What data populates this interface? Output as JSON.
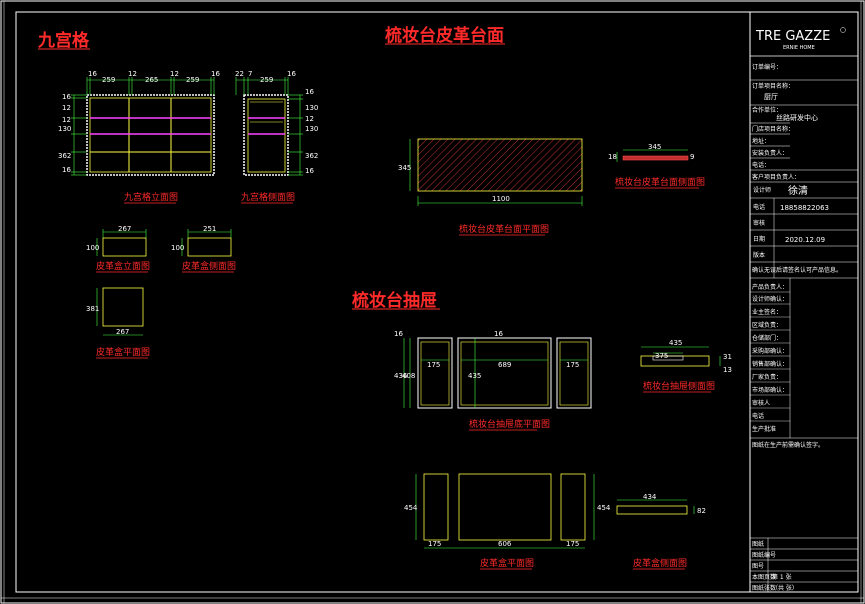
{
  "titles": {
    "grid_cabinet": "九宫格",
    "leather_top": "梳妆台皮革台面",
    "drawer": "梳妆台抽屉"
  },
  "captions": {
    "grid_front": "九宫格立面图",
    "grid_side": "九宫格侧面图",
    "box_front": "皮革盒立面图",
    "box_side": "皮革盒侧面图",
    "box_plan": "皮革盒平面图",
    "leather_plan": "梳妆台皮革台面平面图",
    "leather_section": "梳妆台皮革台面侧面图",
    "drawer_bottom_plan": "梳妆台抽屉底平面图",
    "drawer_side": "梳妆台抽屉侧面图",
    "tray_plan": "皮革盒平面图",
    "tray_side": "皮革盒侧面图"
  },
  "dims": {
    "g_top_1": "16",
    "g_top_2": "259",
    "g_top_3": "12",
    "g_top_4": "265",
    "g_top_5": "12",
    "g_top_6": "259",
    "g_top_7": "16",
    "g_left_1": "16",
    "g_left_2": "12",
    "g_left_3": "12",
    "g_left_4": "130",
    "g_left_5": "362",
    "g_left_6": "16",
    "s_top_1": "22",
    "s_top_2": "7",
    "s_top_3": "259",
    "s_top_4": "16",
    "s_right_1": "16",
    "s_right_2": "130",
    "s_right_3": "12",
    "s_right_4": "130",
    "s_right_5": "362",
    "s_right_6": "16",
    "bf_w": "267",
    "bf_h": "100",
    "bs_w": "251",
    "bs_h": "100",
    "bp_w": "267",
    "bp_h": "381",
    "lt_h": "345",
    "lt_w": "1100",
    "ls_w": "345",
    "ls_l": "18",
    "ls_r": "9",
    "d_top": "16",
    "d_h1": "436",
    "d_h2": "408",
    "d_h3": "16",
    "d_c1": "175",
    "d_c2": "689",
    "d_c3": "175",
    "d_h4": "435",
    "ds_w": "435",
    "ds_in": "375",
    "ds_h1": "31",
    "ds_h2": "13",
    "t_h1": "454",
    "t_h2": "454",
    "t_w1": "175",
    "t_w2": "606",
    "t_w3": "175",
    "ts_w": "434",
    "ts_h": "82"
  },
  "title_block": {
    "brand": "TRE GAZZE",
    "brand_sub": "ERNIE HOME",
    "rows": [
      {
        "label": "订单编号：",
        "value": ""
      },
      {
        "label": "订单项目名称：",
        "value": "厨厅"
      },
      {
        "label": "合作单位：",
        "value": "丝路研发中心"
      },
      {
        "label": "门店项目名称：",
        "value": ""
      },
      {
        "label": "地址：",
        "value": ""
      },
      {
        "label": "安装负责人：",
        "value": ""
      },
      {
        "label": "电话：",
        "value": ""
      },
      {
        "label": "客户项目负责人：",
        "value": ""
      }
    ],
    "designer_label": "设计师",
    "designer_value": "徐清",
    "phone_label": "电话",
    "phone_value": "18858822063",
    "audit_label": "审核",
    "audit_value": "",
    "date_label": "日期",
    "date_value": "2020.12.09",
    "version_label": "版本",
    "version_value": "",
    "approval_note": "确认无误后请签名认可产品信息。",
    "sign_rows": [
      "产品负责人：",
      "设计师确认：",
      "业主签名：",
      "区域负责：",
      "仓储部门：",
      "采购部确认：",
      "销售部确认：",
      "厂家负责：",
      "市场部确认：",
      "审核人",
      "电话",
      "生产批准"
    ],
    "bottom_note": "图纸在生产前需确认签字。",
    "foot_rows": [
      {
        "label": "图纸",
        "value": ""
      },
      {
        "label": "图纸编号",
        "value": ""
      },
      {
        "label": "图号",
        "value": ""
      },
      {
        "label": "本图页数",
        "value": "第 1 张"
      },
      {
        "label": "图纸张数",
        "value": "（共 张）"
      }
    ]
  }
}
